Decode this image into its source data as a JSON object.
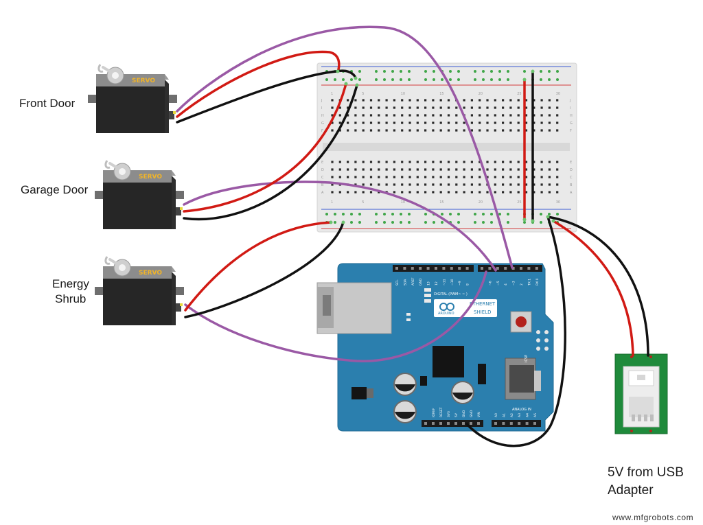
{
  "labels": {
    "front_door": "Front Door",
    "garage_door": "Garage Door",
    "energy_shrub_line1": "Energy",
    "energy_shrub_line2": "Shrub",
    "usb_line1": "5V from USB",
    "usb_line2": "Adapter",
    "watermark": "www.mfgrobots.com"
  },
  "servo": {
    "brand_text": "SERVO"
  },
  "arduino": {
    "ethernet_text": "ETHERNET",
    "shield_text": "SHIELD",
    "arduino_text": "ARDUINO",
    "digital_text": "DIGITAL (PWM~ ~ )",
    "analog_text": "ANALOG IN",
    "icsp_text": "ICSP",
    "power_pins": [
      "IOREF",
      "RESET",
      "3V3",
      "5V",
      "GND",
      "GND",
      "VIN"
    ],
    "analog_pins": [
      "A0",
      "A1",
      "A2",
      "A3",
      "A4",
      "A5"
    ],
    "digital_pins_left": [
      "SCL",
      "SDA",
      "AREF",
      "GND",
      "13",
      "12",
      "~11",
      "~10",
      "~9",
      "8"
    ],
    "digital_pins_right": [
      "7",
      "~6",
      "~5",
      "4",
      "~3",
      "2",
      "TX 1",
      "RX 0"
    ]
  },
  "breadboard": {
    "column_numbers": [
      "1",
      "5",
      "10",
      "15",
      "20",
      "25",
      "30"
    ],
    "row_letters_top": [
      "J",
      "I",
      "H",
      "G",
      "F"
    ],
    "row_letters_bottom": [
      "E",
      "D",
      "C",
      "B",
      "A"
    ]
  },
  "colors": {
    "servo_body": "#2e2e2e",
    "servo_top": "#8c8c8c",
    "servo_brand": "#f0b429",
    "arduino_board": "#2b7fae",
    "breadboard": "#e8e8e8",
    "usb_board": "#1f8a3b",
    "wire_purple": "#9a59a5",
    "wire_red": "#d11a14",
    "wire_black": "#111111",
    "pin_green": "#3fa648",
    "rail_red": "#d43a3a",
    "rail_blue": "#3a5bd4"
  }
}
